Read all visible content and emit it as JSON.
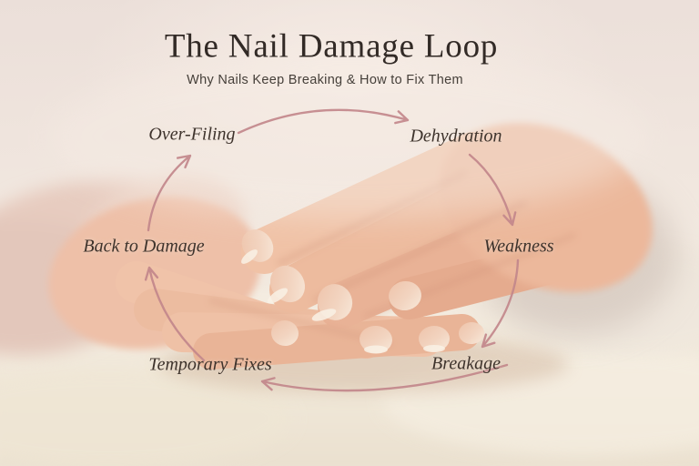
{
  "header": {
    "title": "The Nail Damage Loop",
    "subtitle": "Why Nails Keep Breaking & How to Fix Them"
  },
  "loop": {
    "direction": "clockwise",
    "arrow_color": "#c2878b",
    "stages": [
      {
        "label": "Over-Filing",
        "position": "upper-left"
      },
      {
        "label": "Dehydration",
        "position": "upper-right"
      },
      {
        "label": "Weakness",
        "position": "right"
      },
      {
        "label": "Breakage",
        "position": "lower-right"
      },
      {
        "label": "Temporary Fixes",
        "position": "lower-left"
      },
      {
        "label": "Back to Damage",
        "position": "left"
      }
    ]
  },
  "palette": {
    "background_top": "#ebdfd9",
    "background_bottom": "#ece2d2",
    "fabric": "#f3ebdf",
    "skin": "#e9b296",
    "skin_light": "#f3cab0",
    "nail": "#f0d2bd",
    "title_text": "#322a26",
    "subtitle_text": "#46403a",
    "label_text": "#3e332c"
  }
}
